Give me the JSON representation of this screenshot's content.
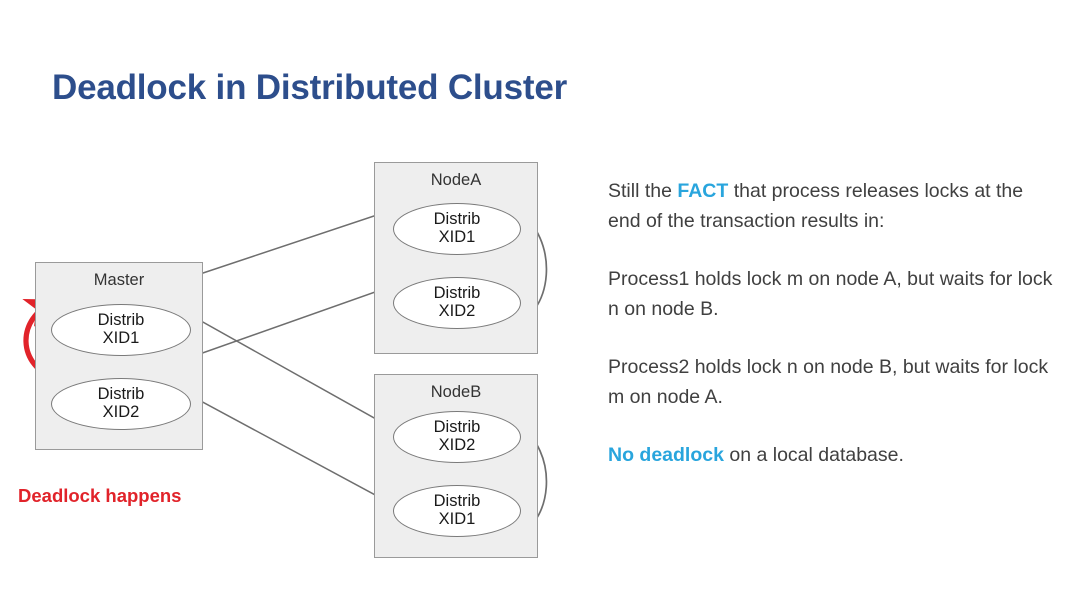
{
  "slide": {
    "title": "Deadlock in Distributed Cluster",
    "accent_title_color": "#2d4e8c",
    "accent_blue": "#29a5dd",
    "accent_red": "#e1232a",
    "box_fill": "#eeeeee",
    "box_border": "#9a9a9a"
  },
  "diagram": {
    "master": {
      "title": "Master",
      "nodes": [
        {
          "line1": "Distrib",
          "line2": "XID1"
        },
        {
          "line1": "Distrib",
          "line2": "XID2"
        }
      ],
      "deadlock_label": "Deadlock happens"
    },
    "nodea": {
      "title": "NodeA",
      "nodes": [
        {
          "line1": "Distrib",
          "line2": "XID1"
        },
        {
          "line1": "Distrib",
          "line2": "XID2"
        }
      ]
    },
    "nodeb": {
      "title": "NodeB",
      "nodes": [
        {
          "line1": "Distrib",
          "line2": "XID2"
        },
        {
          "line1": "Distrib",
          "line2": "XID1"
        }
      ]
    }
  },
  "text": {
    "p1_before": "Still the ",
    "p1_highlight": "FACT",
    "p1_after": " that process releases locks at the end of the transaction results in:",
    "p2": "Process1 holds lock m on node A, but waits for lock n on node B.",
    "p3": "Process2 holds lock n on node B, but waits for lock m on node A.",
    "p4_highlight": "No deadlock",
    "p4_after": " on a local database."
  }
}
